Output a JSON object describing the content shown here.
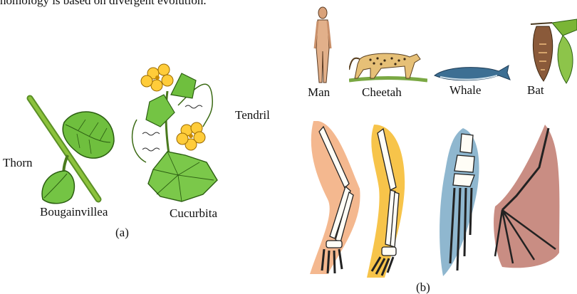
{
  "caption_top": "homology is based on divergent evolution.",
  "panel_a": {
    "labels": {
      "thorn": "Thorn",
      "tendril": "Tendril",
      "bougainvillea": "Bougainvillea",
      "cucurbita": "Cucurbita",
      "panel_id": "(a)"
    }
  },
  "panel_b": {
    "animals": [
      "Man",
      "Cheetah",
      "Whale",
      "Bat"
    ],
    "panel_id": "(b)"
  }
}
